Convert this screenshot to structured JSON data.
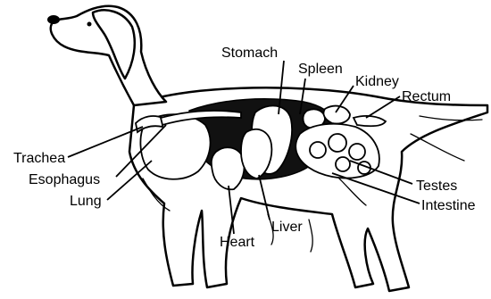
{
  "labels": {
    "stomach": "Stomach",
    "spleen": "Spleen",
    "kidney": "Kidney",
    "rectum": "Rectum",
    "trachea": "Trachea",
    "esophagus": "Esophagus",
    "lung": "Lung",
    "testes": "Testes",
    "intestine": "Intestine",
    "liver": "Liver",
    "heart": "Heart"
  }
}
